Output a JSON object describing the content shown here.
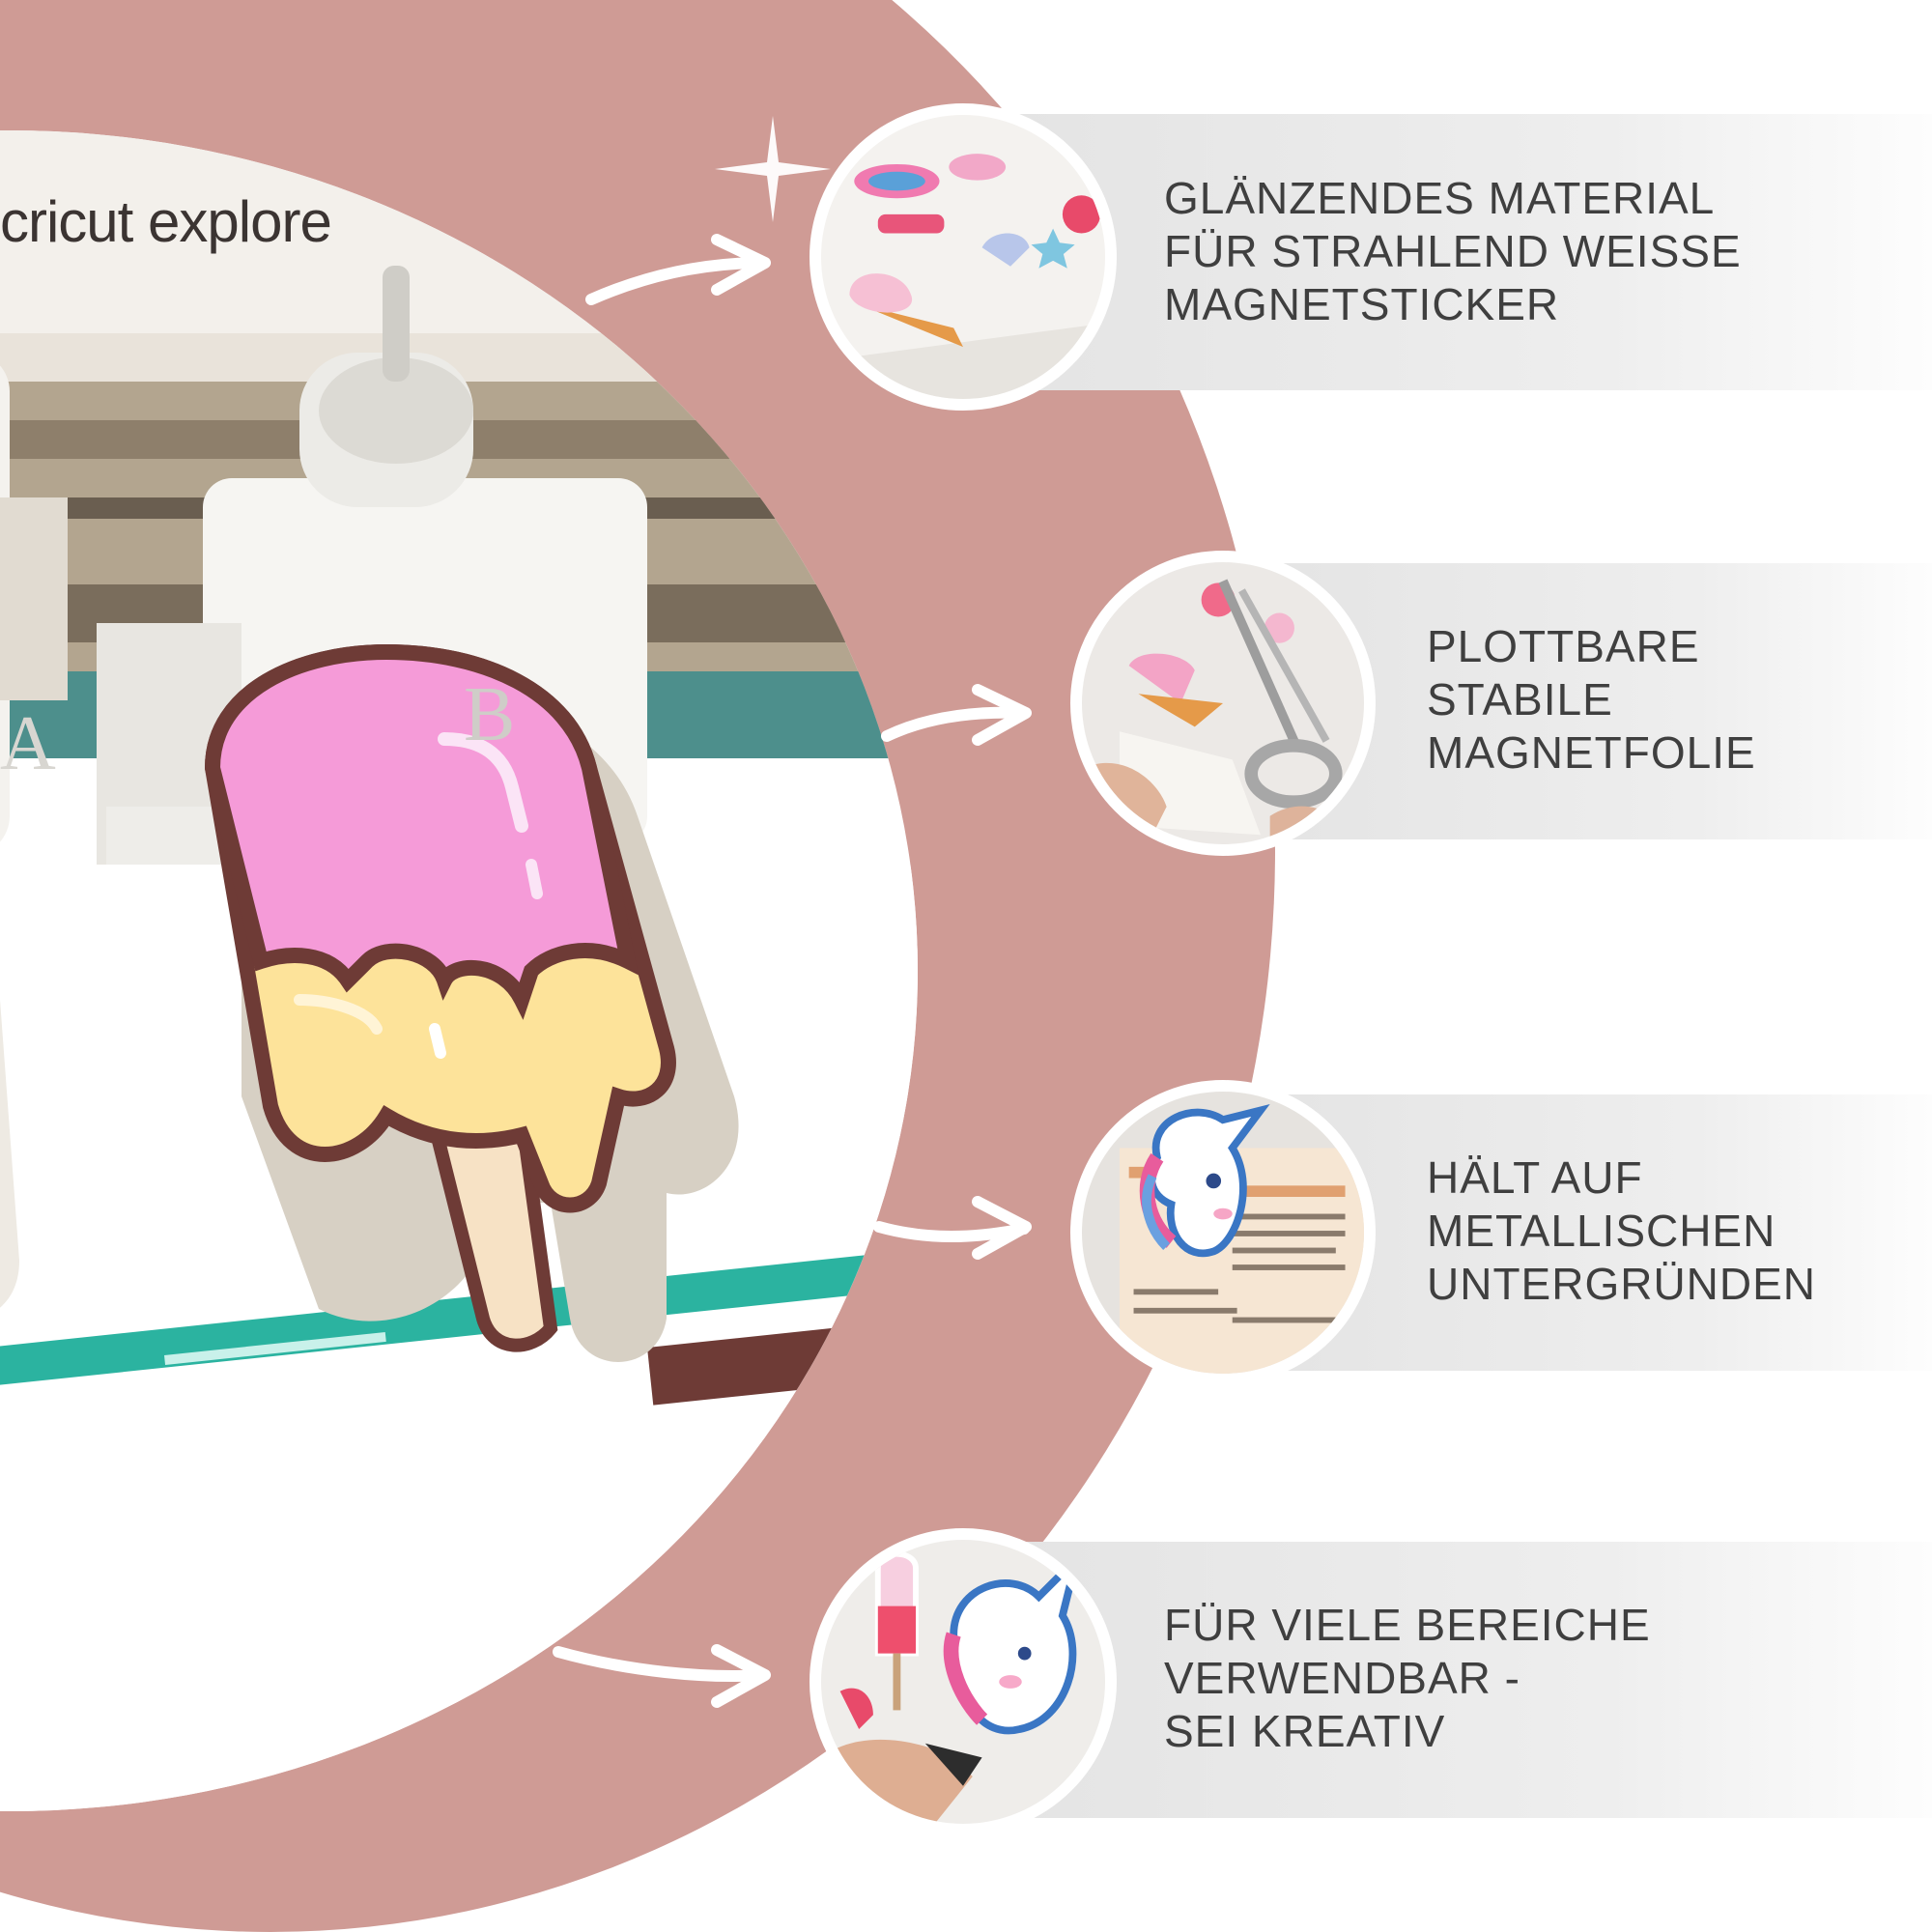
{
  "brand": {
    "machine_label": "cricut explore",
    "head_a_label": "A",
    "head_b_label": "B"
  },
  "features": [
    {
      "text": "GLÄNZENDES MATERIAL\nFÜR STRAHLEND WEISSE\nMAGNETSTICKER",
      "icon": "glossy-material-photo"
    },
    {
      "text": "PLOTTBARE\nSTABILE\nMAGNETFOLIE",
      "icon": "scissors-photo"
    },
    {
      "text": "HÄLT AUF\nMETALLISCHEN\nUNTERGRÜNDEN",
      "icon": "unicorn-magnet-photo"
    },
    {
      "text": "FÜR VIELE BEREICHE\nVERWENDBAR -\nSEI KREATIV",
      "icon": "hand-magnet-photo"
    }
  ],
  "colors": {
    "arc": "#cf9b95",
    "text": "#3f3f3f",
    "bar": "#e6e6e6",
    "popsicle_pink": "#f59bd8",
    "popsicle_yellow": "#fde39a",
    "outline": "#6e3b36"
  }
}
